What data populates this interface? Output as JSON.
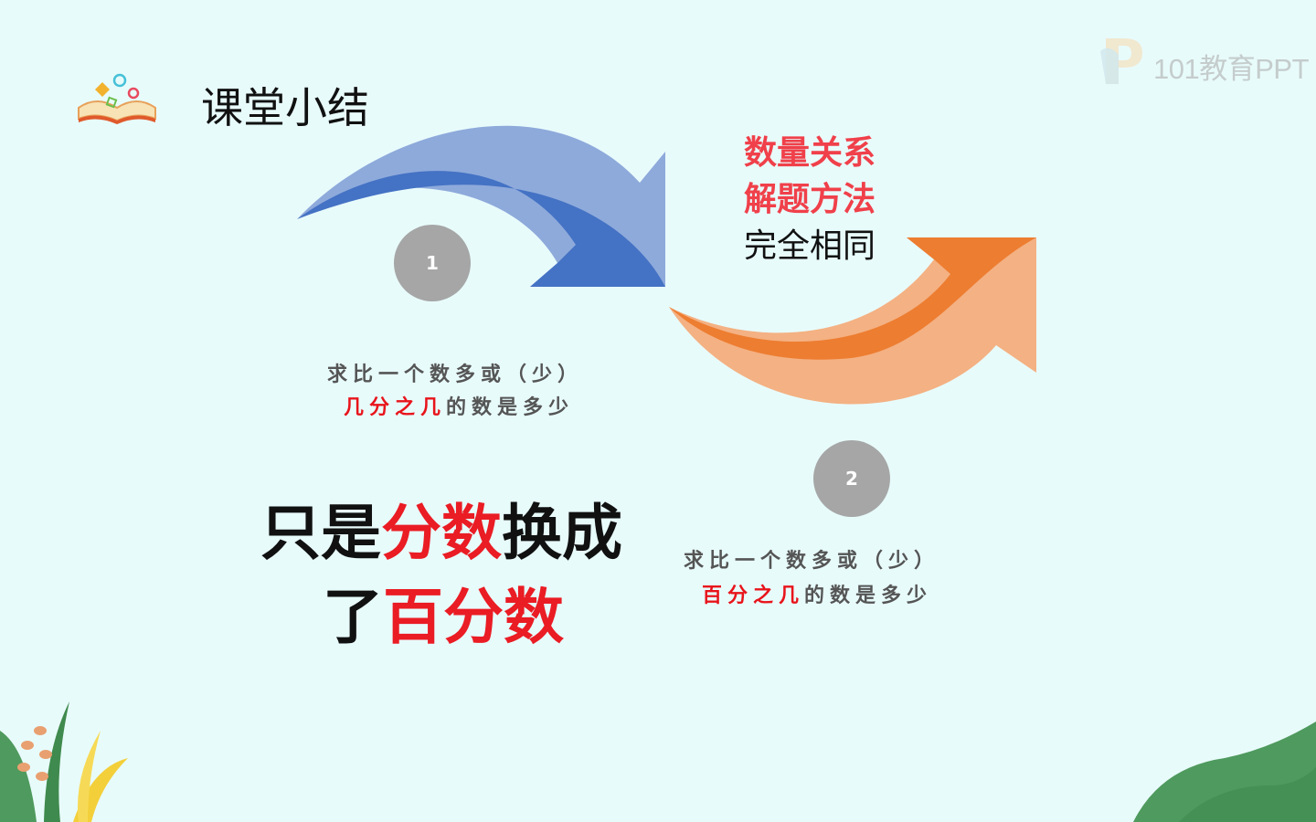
{
  "title": "课堂小结",
  "logo": {
    "text": "101教育PPT"
  },
  "step1": {
    "number": "1",
    "line1": "求比一个数多或（少）",
    "line2_highlight": "几分之几",
    "line2_rest": "的数是多少"
  },
  "step2": {
    "number": "2",
    "line1": "求比一个数多或（少）",
    "line2_highlight": "百分之几",
    "line2_rest": "的数是多少"
  },
  "relations": {
    "line1": "数量关系",
    "line2": "解题方法",
    "line3": "完全相同"
  },
  "conclusion": {
    "part1": "只是",
    "part2": "分数",
    "part3": "换成",
    "part4": "了",
    "part5": "百分数"
  },
  "colors": {
    "background": "#e8fbfb",
    "blue_arrow_light": "#8eaadb",
    "blue_arrow_dark": "#4472c4",
    "orange_arrow_light": "#f4b183",
    "orange_arrow_dark": "#ed7d31",
    "badge": "#a6a6a6",
    "highlight_red": "#e8141b"
  },
  "icons": [
    "open-book-icon",
    "logo-p-icon",
    "leaf-decoration-icon"
  ]
}
